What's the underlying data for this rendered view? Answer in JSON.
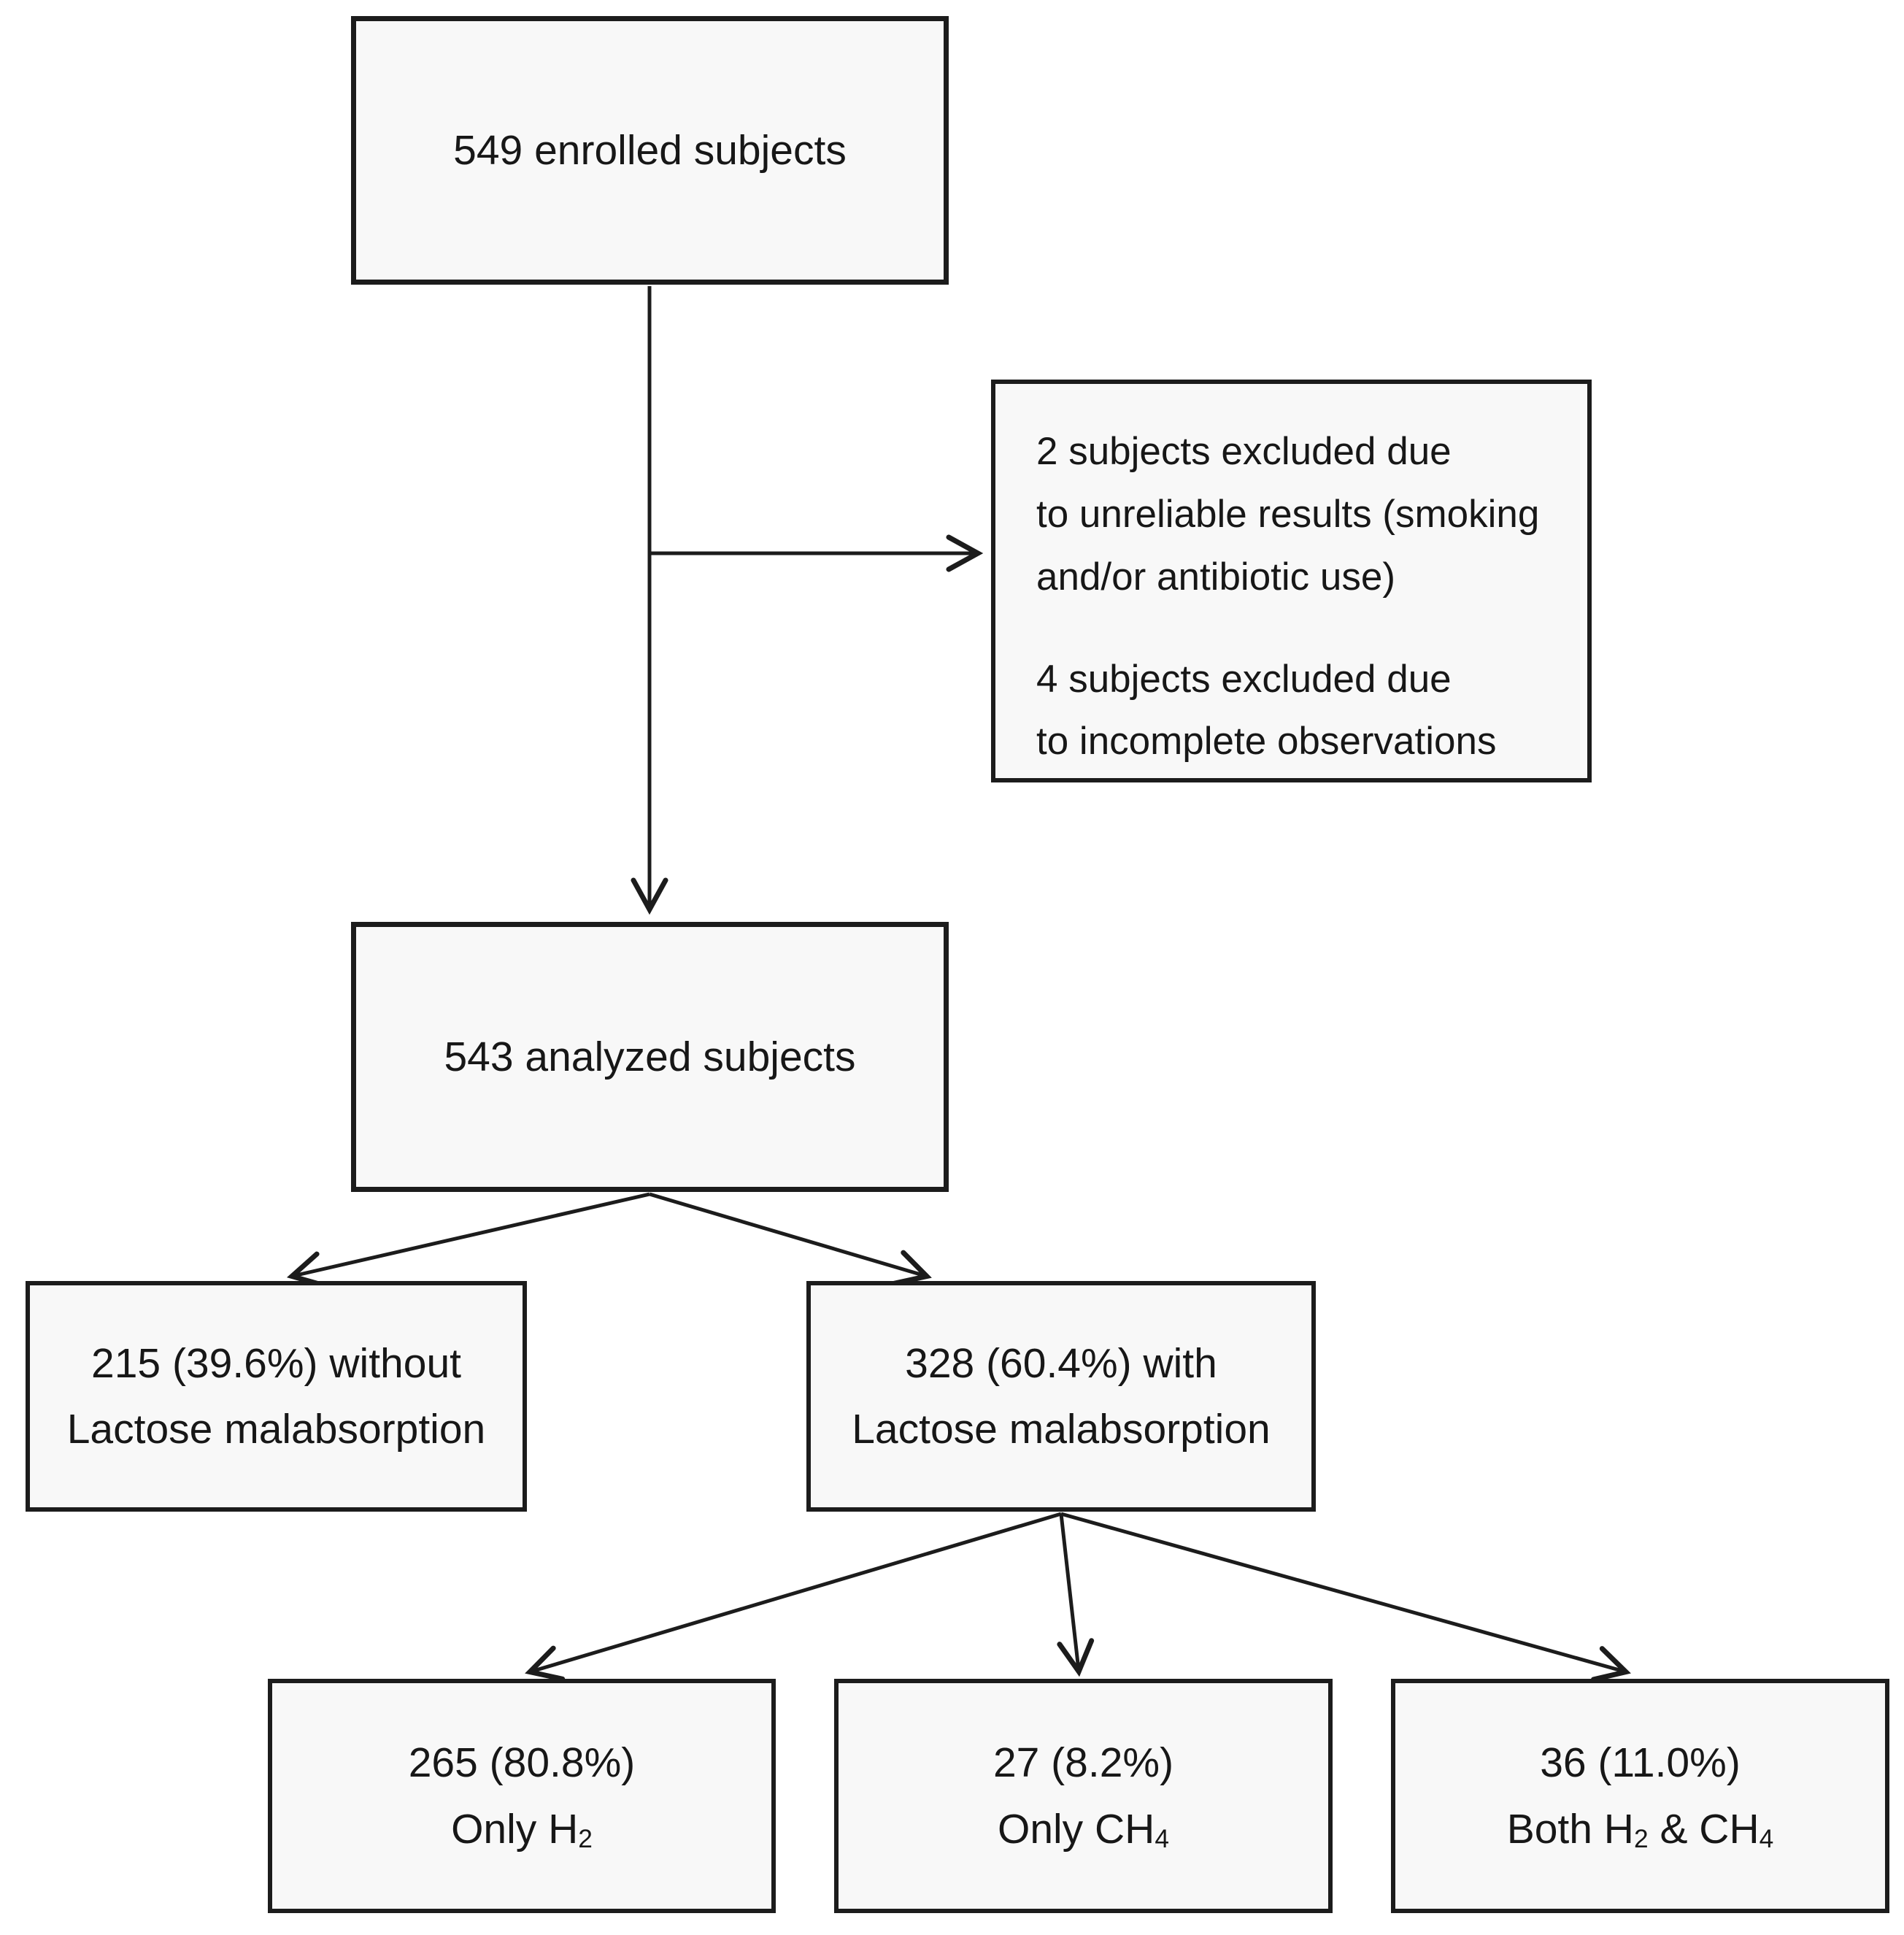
{
  "figure": {
    "type": "flowchart",
    "background_color": "#ffffff",
    "box_fill_color": "#f8f8f8",
    "border_color": "#1c1c1c",
    "text_color": "#171717"
  },
  "boxes": {
    "enrolled": {
      "label": "549 enrolled subjects"
    },
    "excluded": {
      "para1_line1": "2 subjects excluded due",
      "para1_line2": "to unreliable results (smoking",
      "para1_line3": "and/or antibiotic use)",
      "para2_line1": "4 subjects excluded due",
      "para2_line2": "to incomplete observations"
    },
    "analyzed": {
      "label": "543 analyzed subjects"
    },
    "without_lm": {
      "line1": "215 (39.6%) without",
      "line2": "Lactose malabsorption"
    },
    "with_lm": {
      "line1": "328 (60.4%) with",
      "line2": "Lactose malabsorption"
    },
    "only_h2": {
      "line1": "265 (80.8%)",
      "line2_main": "Only H",
      "line2_sub": "2"
    },
    "only_ch4": {
      "line1": "27 (8.2%)",
      "line2_main": "Only CH",
      "line2_sub": "4"
    },
    "both": {
      "line1": "36 (11.0%)",
      "line2_p1": "Both H",
      "line2_s1": "2",
      "line2_p2": " & CH",
      "line2_s2": "4"
    }
  },
  "edges": [
    {
      "from": "enrolled",
      "to": "analyzed"
    },
    {
      "from": "enrolled",
      "to": "excluded"
    },
    {
      "from": "analyzed",
      "to": "without_lm"
    },
    {
      "from": "analyzed",
      "to": "with_lm"
    },
    {
      "from": "with_lm",
      "to": "only_h2"
    },
    {
      "from": "with_lm",
      "to": "only_ch4"
    },
    {
      "from": "with_lm",
      "to": "both"
    }
  ]
}
